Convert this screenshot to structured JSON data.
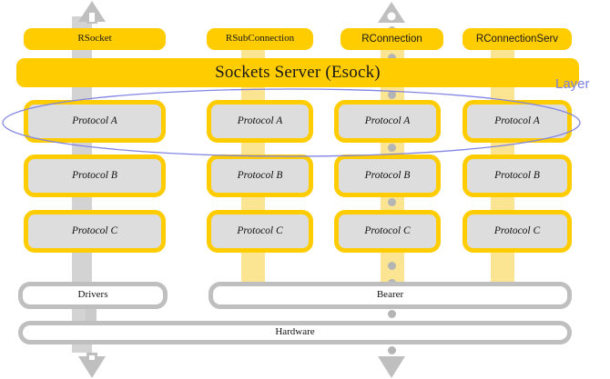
{
  "diagram": {
    "title_text": "Sockets Server (Esock)",
    "layer_label": "Layer",
    "colors": {
      "accent_yellow": "#FFCC00",
      "pale_yellow": "#FCE98A",
      "protocol_fill": "#DDDDDD",
      "connector_gray": "#BFBFBF",
      "layer_outline": "#8184E4"
    },
    "api_boxes": [
      {
        "label": "RSocket"
      },
      {
        "label": "RSubConnection"
      },
      {
        "label": "RConnection"
      },
      {
        "label": "RConnectionServ"
      }
    ],
    "server_bar": {
      "label": "Sockets Server (Esock)"
    },
    "protocol_rows": [
      {
        "row_label": "Protocol A",
        "cells": [
          "Protocol A",
          "Protocol A",
          "Protocol A",
          "Protocol A"
        ]
      },
      {
        "row_label": "Protocol B",
        "cells": [
          "Protocol B",
          "Protocol B",
          "Protocol B",
          "Protocol B"
        ]
      },
      {
        "row_label": "Protocol C",
        "cells": [
          "Protocol C",
          "Protocol C",
          "Protocol C",
          "Protocol C"
        ]
      }
    ],
    "bottom_boxes": [
      {
        "label": "Drivers"
      },
      {
        "label": "Bearer"
      }
    ],
    "hardware_box": {
      "label": "Hardware"
    },
    "arrows": [
      {
        "name": "rsocket-up-arrow",
        "direction": "up",
        "style": "solid-gray"
      },
      {
        "name": "rconnection-up-arrow",
        "direction": "up",
        "style": "hollow-gray"
      },
      {
        "name": "drivers-down-arrow",
        "direction": "down",
        "style": "solid-gray"
      },
      {
        "name": "bearer-down-arrow",
        "direction": "down",
        "style": "solid-gray"
      }
    ]
  }
}
